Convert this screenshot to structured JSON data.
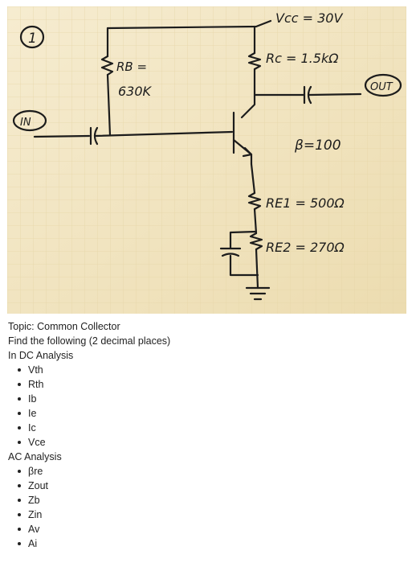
{
  "circuit_photo": {
    "labels": {
      "vcc": "Vcc = 30V",
      "rc": "Rc = 1.5kΩ",
      "rb_name": "RB =",
      "rb_value": "630K",
      "beta": "β=100",
      "re1": "RE1 = 500Ω",
      "re2": "RE2 = 270Ω",
      "input": "IN",
      "output": "OUT",
      "corner_mark": "1"
    },
    "colors": {
      "paper": "#f1e5c2",
      "ink": "#1c1c1c"
    }
  },
  "problem": {
    "topic": "Topic: Common Collector",
    "instruction": "Find the following (2 decimal places)",
    "dc_heading": "In DC Analysis",
    "dc_items": [
      "Vth",
      "Rth",
      "Ib",
      "Ie",
      "Ic",
      "Vce"
    ],
    "ac_heading": "AC Analysis",
    "ac_items": [
      "βre",
      "Zout",
      "Zb",
      "Zin",
      "Av",
      "Ai"
    ]
  }
}
